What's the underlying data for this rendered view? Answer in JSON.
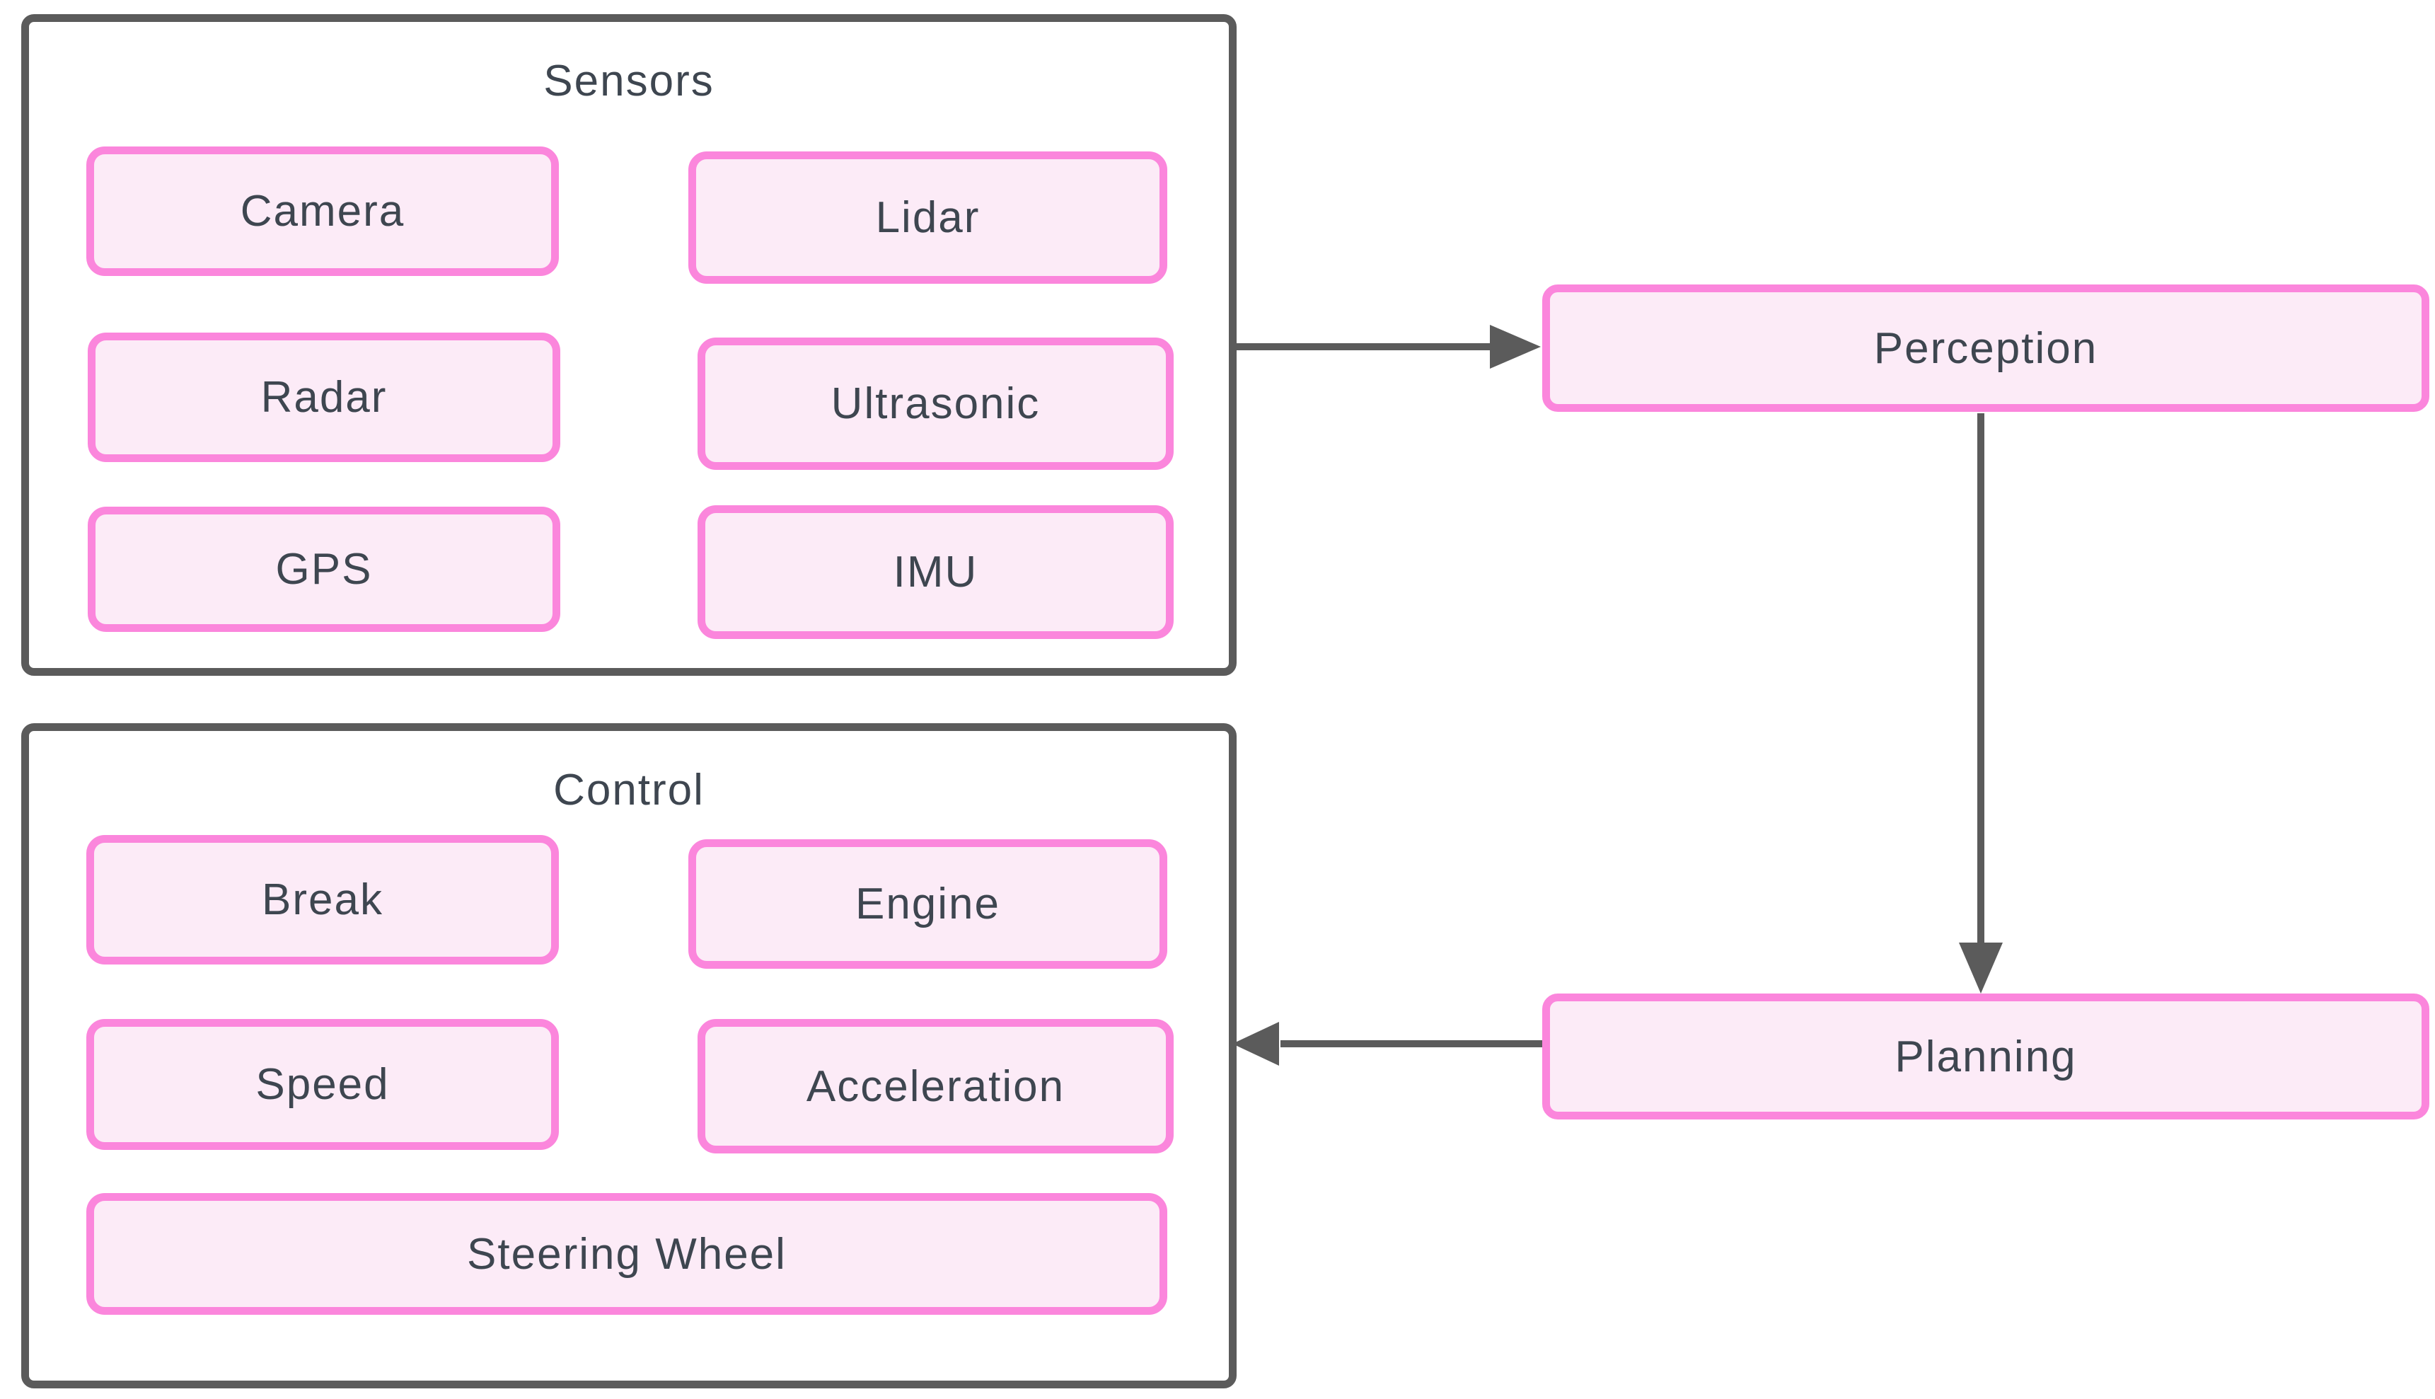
{
  "diagram": {
    "sensors": {
      "title": "Sensors",
      "nodes": [
        {
          "label": "Camera"
        },
        {
          "label": "Lidar"
        },
        {
          "label": "Radar"
        },
        {
          "label": "Ultrasonic"
        },
        {
          "label": "GPS"
        },
        {
          "label": "IMU"
        }
      ]
    },
    "control": {
      "title": "Control",
      "nodes": [
        {
          "label": "Break"
        },
        {
          "label": "Engine"
        },
        {
          "label": "Speed"
        },
        {
          "label": "Acceleration"
        },
        {
          "label": "Steering Wheel"
        }
      ]
    },
    "pipeline": {
      "perception": "Perception",
      "planning": "Planning"
    },
    "colors": {
      "node_fill": "#FCEBF7",
      "node_border": "#FB86DC",
      "group_border": "#5B5B5B",
      "arrow": "#5B5B5B",
      "text": "#3E4650",
      "background": "#FFFFFF"
    }
  }
}
